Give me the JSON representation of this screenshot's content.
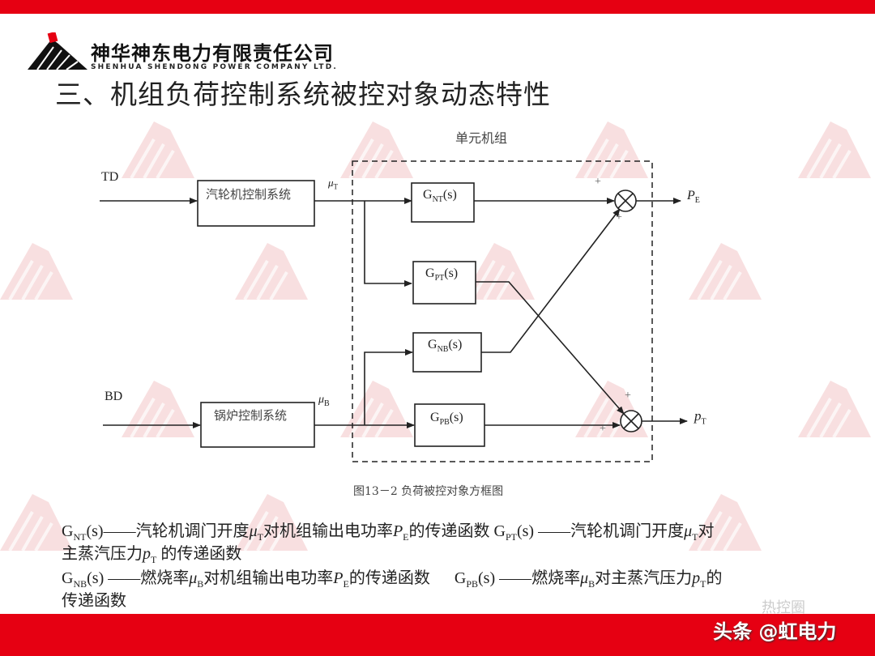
{
  "header": {
    "company_cn": "神华神东电力有限责任公司",
    "company_en": "SHENHUA SHENDONG POWER COMPANY LTD.",
    "slide_title": "三、机组负荷控制系统被控对象动态特性"
  },
  "colors": {
    "brand_red": "#e60012",
    "watermark_pink": "#f6d4d6",
    "line": "#222222"
  },
  "diagram": {
    "group_label": "单元机组",
    "inputs": {
      "td": "TD",
      "bd": "BD"
    },
    "controllers": {
      "turbine": "汽轮机控制系统",
      "boiler": "锅炉控制系统"
    },
    "signals": {
      "mu_t": {
        "base": "μ",
        "sub": "T"
      },
      "mu_b": {
        "base": "μ",
        "sub": "B"
      }
    },
    "blocks": [
      {
        "id": "GNT",
        "base": "G",
        "sub": "NT",
        "suffix": "(s)"
      },
      {
        "id": "GPT",
        "base": "G",
        "sub": "PT",
        "suffix": "(s)"
      },
      {
        "id": "GNB",
        "base": "G",
        "sub": "NB",
        "suffix": "(s)"
      },
      {
        "id": "GPB",
        "base": "G",
        "sub": "PB",
        "suffix": "(s)"
      }
    ],
    "sum_signs": {
      "top_a": "+",
      "top_b": "+",
      "bottom_a": "+",
      "bottom_b": "+"
    },
    "outputs": {
      "pe": {
        "base": "P",
        "sub": "E"
      },
      "pt": {
        "base": "p",
        "sub": "T"
      }
    },
    "caption": "图13－2 负荷被控对象方框图"
  },
  "descriptions": {
    "line1": {
      "g1": "G",
      "g1_sub": "NT",
      "g1_suffix": "(s)",
      "t1": "——汽轮机调门开度",
      "mu": "μ",
      "mu_sub": "T",
      "t2": "对机组输出电功率",
      "p": "P",
      "p_sub": "E",
      "t3": "的传递函数  ",
      "g2": "G",
      "g2_sub": "PT",
      "g2_suffix": "(s)",
      "t4": " ——汽轮机调门开度",
      "mu2": "μ",
      "mu2_sub": "T",
      "t5": "对"
    },
    "line2": {
      "t1": "主蒸汽压力",
      "p": "p",
      "p_sub": "T",
      "t2": " 的传递函数"
    },
    "line3": {
      "g1": "G",
      "g1_sub": "NB",
      "g1_suffix": "(s)",
      "t1": " ——燃烧率",
      "mu": "μ",
      "mu_sub": "B",
      "t2": "对机组输出电功率",
      "p": "P",
      "p_sub": "E",
      "t3": "的传递函数      ",
      "g2": "G",
      "g2_sub": "PB",
      "g2_suffix": "(s)",
      "t4": " ——燃烧率",
      "mu2": "μ",
      "mu2_sub": "B",
      "t5": "对主蒸汽压力",
      "p2": "p",
      "p2_sub": "T",
      "t6": "的"
    },
    "line4": {
      "t1": "传递函数"
    }
  },
  "footer": {
    "watermark": "头条 @虹电力",
    "faint_watermark": "热控圈"
  }
}
